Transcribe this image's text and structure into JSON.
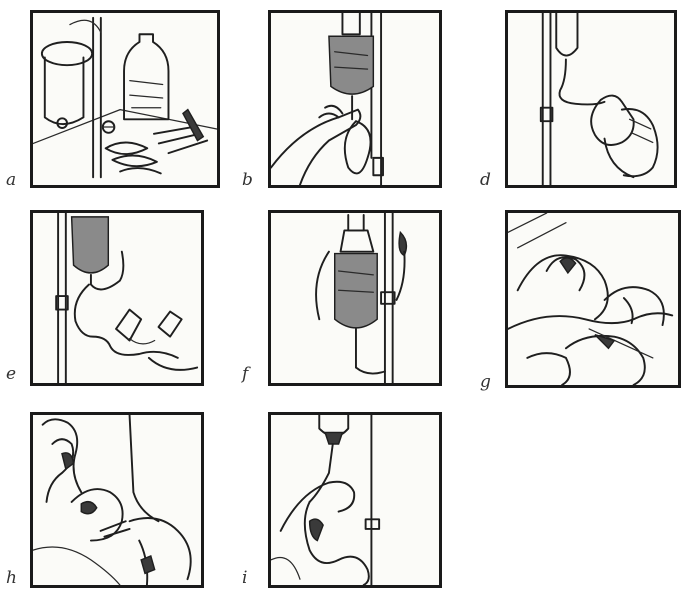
{
  "panels": [
    {
      "id": "a",
      "label": "a"
    },
    {
      "id": "b",
      "label": "b"
    },
    {
      "id": "d",
      "label": "d"
    },
    {
      "id": "e",
      "label": "e"
    },
    {
      "id": "f",
      "label": "f"
    },
    {
      "id": "g",
      "label": "g"
    },
    {
      "id": "h",
      "label": "h"
    },
    {
      "id": "i",
      "label": "i"
    }
  ]
}
